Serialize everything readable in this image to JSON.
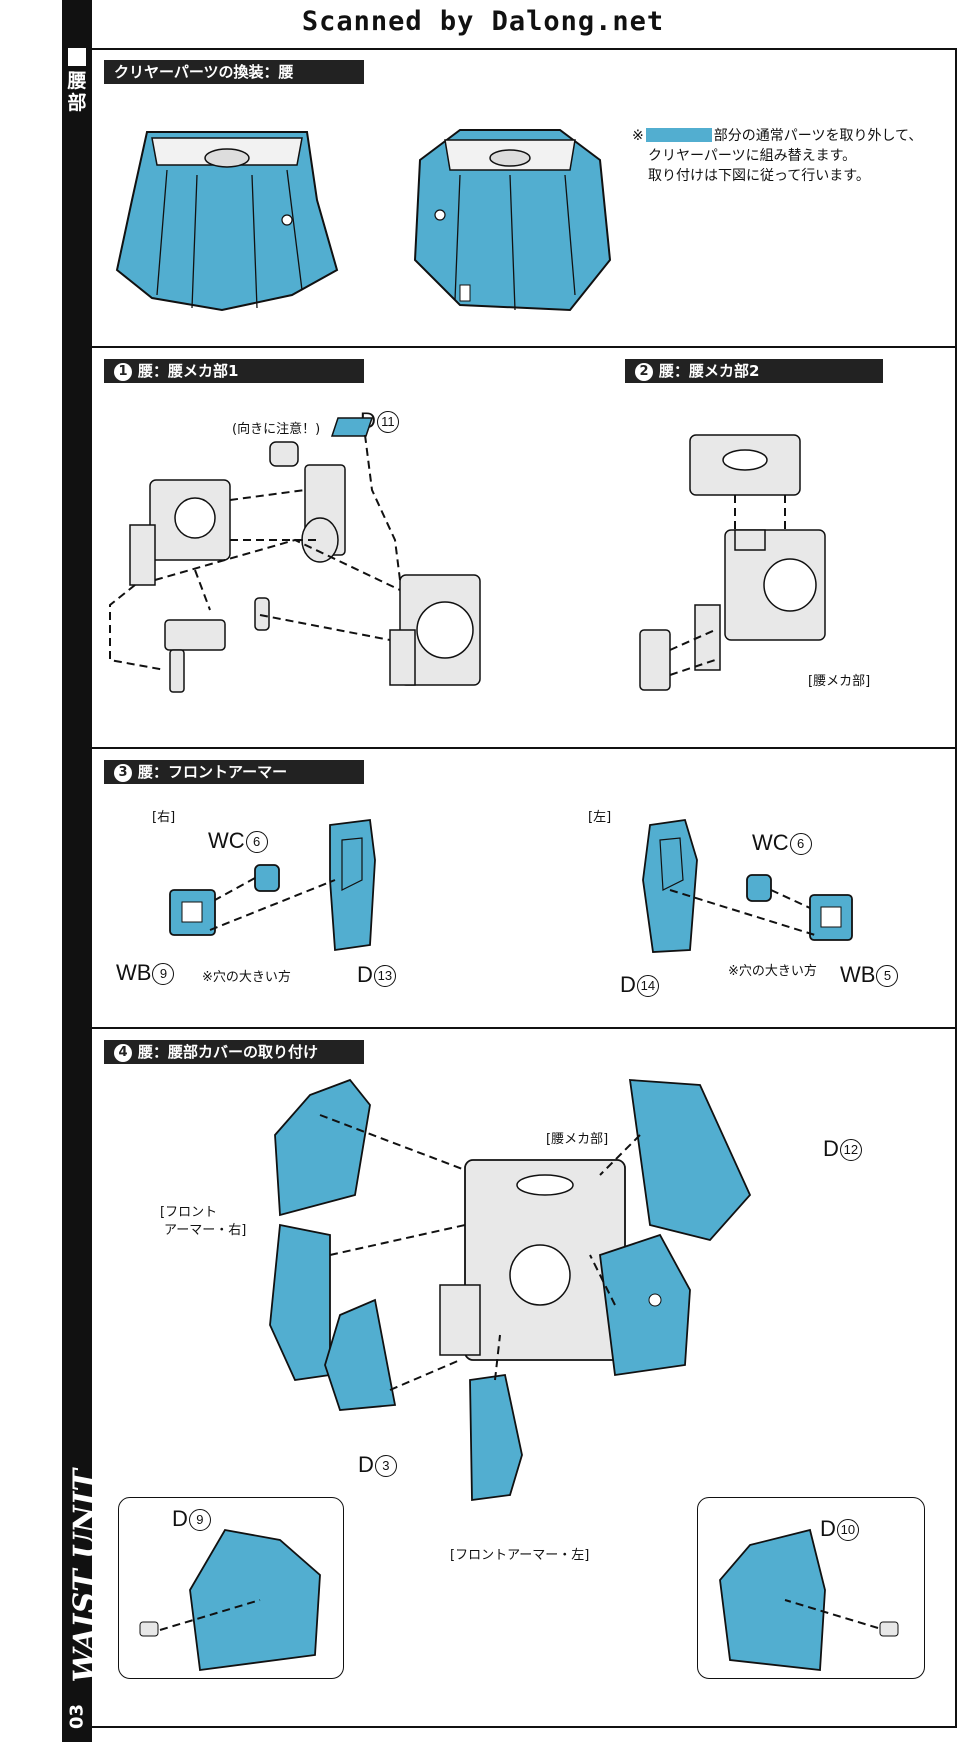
{
  "scan_banner": "Scanned by Dalong.net",
  "spine": {
    "section": "腰部",
    "title": "WAIST UNIT",
    "page": "03"
  },
  "colors": {
    "part_blue": "#52aed0",
    "line": "#111111",
    "mecha_gray": "#e8e8e8"
  },
  "clear_section": {
    "header": "クリヤーパーツの換装：腰",
    "note_prefix": "※",
    "note_line1": "部分の通常パーツを取り外して、",
    "note_line2": "クリヤーパーツに組み替えます。",
    "note_line3": "取り付けは下図に従って行います。"
  },
  "step1": {
    "num": "1",
    "header": "腰：腰メカ部1",
    "caution": "(向きに注意！)",
    "part_letter": "D",
    "part_num": "11"
  },
  "step2": {
    "num": "2",
    "header": "腰：腰メカ部2",
    "label": "[腰メカ部]"
  },
  "step3": {
    "num": "3",
    "header": "腰：フロントアーマー",
    "right": {
      "side": "[右]",
      "wc_letter": "WC",
      "wc_num": "6",
      "wb_letter": "WB",
      "wb_num": "9",
      "d_letter": "D",
      "d_num": "13",
      "note": "※穴の大きい方"
    },
    "left": {
      "side": "[左]",
      "wc_letter": "WC",
      "wc_num": "6",
      "wb_letter": "WB",
      "wb_num": "5",
      "d_letter": "D",
      "d_num": "14",
      "note": "※穴の大きい方"
    }
  },
  "step4": {
    "num": "4",
    "header": "腰：腰部カバーの取り付け",
    "mecha_label": "[腰メカ部]",
    "front_right_line1": "[フロント",
    "front_right_line2": "アーマー・右]",
    "front_left": "[フロントアーマー・左]",
    "d12_letter": "D",
    "d12_num": "12",
    "d3_letter": "D",
    "d3_num": "3",
    "d9_letter": "D",
    "d9_num": "9",
    "d10_letter": "D",
    "d10_num": "10"
  }
}
